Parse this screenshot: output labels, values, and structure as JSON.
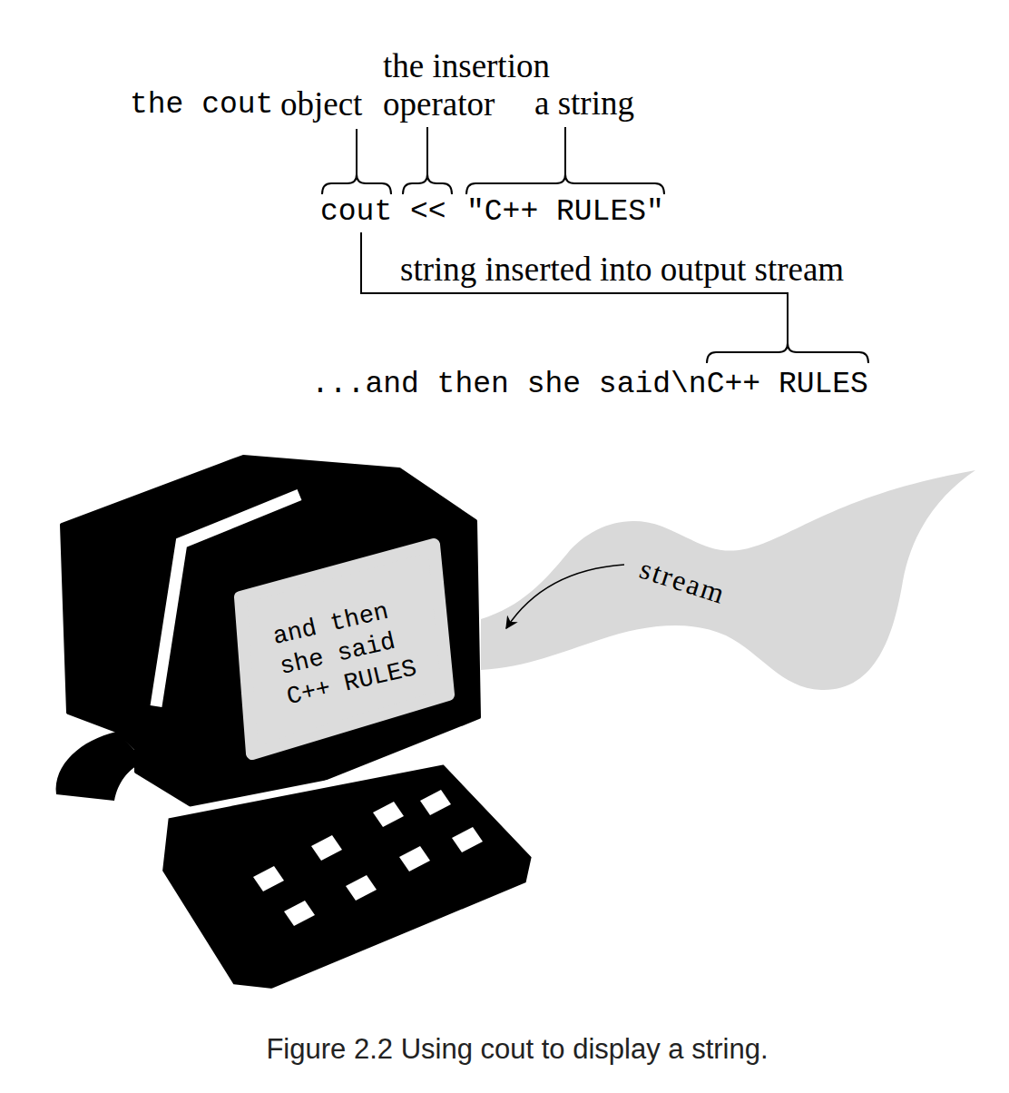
{
  "diagram": {
    "caption": "Figure 2.2 Using cout to display a string.",
    "nodes": [
      {
        "text": [
          "and then she said C++ RULES"
        ]
      },
      {
        "text": [
          "stream"
        ]
      }
    ],
    "labels": [
      "the insertion operator",
      "the cout",
      "object",
      "a string",
      "cout",
      "<<",
      "\"C++ RULES\"",
      "string inserted into output stream",
      "...and then she said\\nC++ RULES"
    ]
  }
}
